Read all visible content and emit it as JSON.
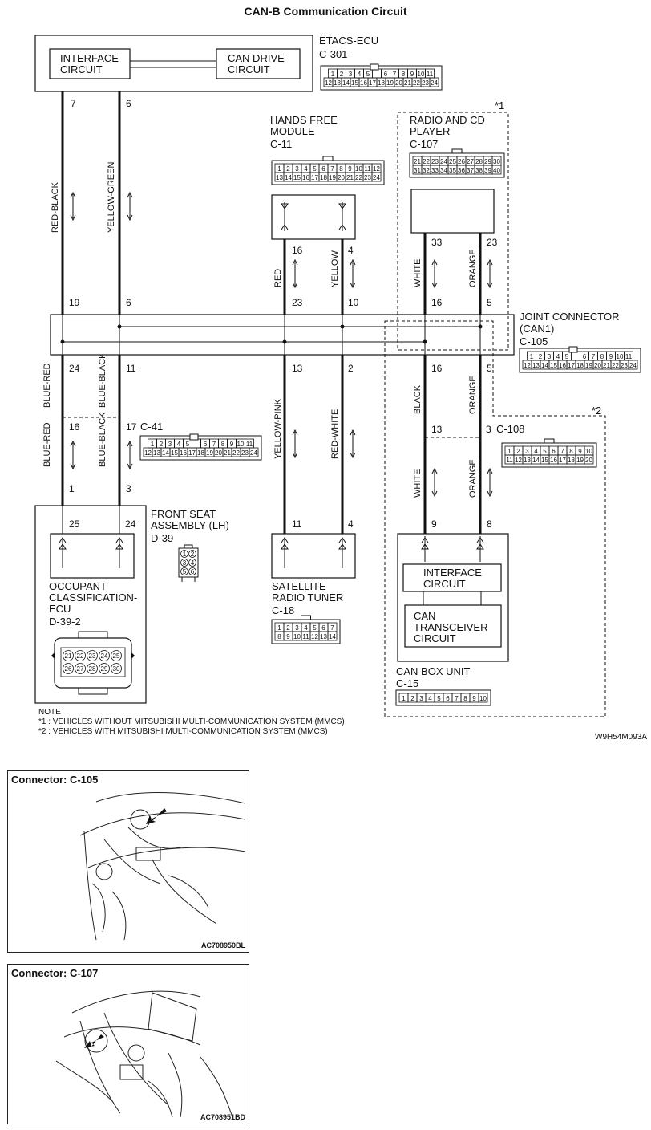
{
  "title": "CAN-B Communication Circuit",
  "etacs": {
    "name": "ETACS-ECU",
    "connector": "C-301",
    "interface_line1": "INTERFACE",
    "interface_line2": "CIRCUIT",
    "candrive_line1": "CAN DRIVE",
    "candrive_line2": "CIRCUIT",
    "pins_top": [
      "1",
      "2",
      "3",
      "4",
      "5",
      "",
      "6",
      "7",
      "8",
      "9",
      "10",
      "11"
    ],
    "pins_bottom": [
      "12",
      "13",
      "14",
      "15",
      "16",
      "17",
      "18",
      "19",
      "20",
      "21",
      "22",
      "23",
      "24"
    ]
  },
  "hands_free": {
    "name_line1": "HANDS FREE",
    "name_line2": "MODULE",
    "connector": "C-11",
    "pins_top": [
      "1",
      "2",
      "3",
      "4",
      "5",
      "6",
      "7",
      "8",
      "9",
      "10",
      "11",
      "12"
    ],
    "pins_bottom": [
      "13",
      "14",
      "15",
      "16",
      "17",
      "18",
      "19",
      "20",
      "21",
      "22",
      "23",
      "24"
    ]
  },
  "radio": {
    "name_line1": "RADIO AND CD",
    "name_line2": "PLAYER",
    "connector": "C-107",
    "star": "*1",
    "pins_top": [
      "21",
      "22",
      "23",
      "24",
      "25",
      "26",
      "27",
      "28",
      "29",
      "30"
    ],
    "pins_bottom": [
      "31",
      "32",
      "33",
      "34",
      "35",
      "36",
      "37",
      "38",
      "39",
      "40"
    ]
  },
  "joint": {
    "name_line1": "JOINT CONNECTOR",
    "name_line2": "(CAN1)",
    "connector": "C-105",
    "pins_top": [
      "1",
      "2",
      "3",
      "4",
      "5",
      "",
      "6",
      "7",
      "8",
      "9",
      "10",
      "11"
    ],
    "pins_bottom": [
      "12",
      "13",
      "14",
      "15",
      "16",
      "17",
      "18",
      "19",
      "20",
      "21",
      "22",
      "23",
      "24"
    ]
  },
  "c41": {
    "connector": "C-41",
    "pins_top": [
      "1",
      "2",
      "3",
      "4",
      "5",
      "",
      "6",
      "7",
      "8",
      "9",
      "10",
      "11"
    ],
    "pins_bottom": [
      "12",
      "13",
      "14",
      "15",
      "16",
      "17",
      "18",
      "19",
      "20",
      "21",
      "22",
      "23",
      "24"
    ]
  },
  "c108": {
    "connector": "C-108",
    "star": "*2",
    "pins_top": [
      "1",
      "2",
      "3",
      "4",
      "5",
      "6",
      "7",
      "8",
      "9",
      "10"
    ],
    "pins_bottom": [
      "11",
      "12",
      "13",
      "14",
      "15",
      "16",
      "17",
      "18",
      "19",
      "20"
    ]
  },
  "front_seat": {
    "name_line1": "FRONT SEAT",
    "name_line2": "ASSEMBLY (LH)",
    "connector": "D-39",
    "pins": [
      "1",
      "2",
      "3",
      "4",
      "5",
      "6"
    ]
  },
  "occupant": {
    "name_line1": "OCCUPANT",
    "name_line2": "CLASSIFICATION-",
    "name_line3": "ECU",
    "connector": "D-39-2",
    "pins_top": [
      "21",
      "22",
      "23",
      "24",
      "25"
    ],
    "pins_bottom": [
      "26",
      "27",
      "28",
      "29",
      "30"
    ]
  },
  "satellite": {
    "name_line1": "SATELLITE",
    "name_line2": "RADIO TUNER",
    "connector": "C-18",
    "pins_top": [
      "1",
      "2",
      "3",
      "4",
      "5",
      "6",
      "7"
    ],
    "pins_bottom": [
      "8",
      "9",
      "10",
      "11",
      "12",
      "13",
      "14"
    ]
  },
  "can_box": {
    "name": "CAN BOX UNIT",
    "connector": "C-15",
    "interface_line1": "INTERFACE",
    "interface_line2": "CIRCUIT",
    "transceiver_line1": "CAN",
    "transceiver_line2": "TRANSCEIVER",
    "transceiver_line3": "CIRCUIT",
    "pins": [
      "1",
      "2",
      "3",
      "4",
      "5",
      "6",
      "7",
      "8",
      "9",
      "10"
    ]
  },
  "wires": {
    "red_black": "RED-BLACK",
    "yellow_green": "YELLOW-GREEN",
    "red": "RED",
    "yellow": "YELLOW",
    "white": "WHITE",
    "orange": "ORANGE",
    "blue_red": "BLUE-RED",
    "blue_black": "BLUE-BLACK",
    "yellow_pink": "YELLOW-PINK",
    "red_white": "RED-WHITE",
    "black": "BLACK"
  },
  "pin_numbers": {
    "p7": "7",
    "p6": "6",
    "p19": "19",
    "j6": "6",
    "p24": "24",
    "p11": "11",
    "p16": "16",
    "p17": "17",
    "p1": "1",
    "p3": "3",
    "p25": "25",
    "o24": "24",
    "h16": "16",
    "h4": "4",
    "h23": "23",
    "h10": "10",
    "h13": "13",
    "h2": "2",
    "s11": "11",
    "s4": "4",
    "r33": "33",
    "r23": "23",
    "r16": "16",
    "r5": "5",
    "b16": "16",
    "b5": "5",
    "b13": "13",
    "b3": "3",
    "c9": "9",
    "c8": "8"
  },
  "note": {
    "heading": "NOTE",
    "line1": "*1 : VEHICLES WITHOUT MITSUBISHI MULTI-COMMUNICATION SYSTEM (MMCS)",
    "line2": "*2 : VEHICLES WITH MITSUBISHI MULTI-COMMUNICATION SYSTEM (MMCS)"
  },
  "figure_code": "W9H54M093A",
  "panel1": {
    "title": "Connector: C-105",
    "code": "AC708950BL"
  },
  "panel2": {
    "title": "Connector: C-107",
    "code": "AC708951BD"
  }
}
